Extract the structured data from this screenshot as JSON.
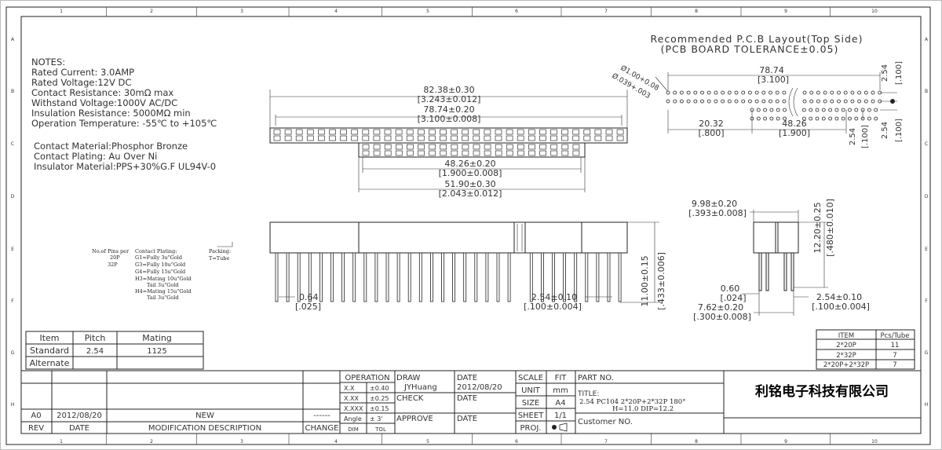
{
  "zones": {
    "cols": [
      "1",
      "2",
      "3",
      "4",
      "5",
      "6",
      "7",
      "8",
      "9",
      "10"
    ],
    "rows": [
      "A",
      "B",
      "C",
      "D",
      "E",
      "F",
      "G",
      "H"
    ]
  },
  "notes": {
    "heading": "NOTES:",
    "lines": [
      "Rated Current: 3.0AMP",
      "Rated Voltage:12V DC",
      "Contact Resistance: 30mΩ max",
      "Withstand Voltage:1000V AC/DC",
      "Insulation Resistance: 5000MΩ min",
      "Operation Temperature: -55℃ to +105℃"
    ],
    "materials": [
      "Contact Material:Phosphor Bronze",
      "Contact Plating: Au Over Ni",
      "Insulator Material:PPS+30%G.F UL94V-0"
    ]
  },
  "ordering": {
    "pins_title": "No.of Pins per",
    "pins": [
      "20P",
      "32P"
    ],
    "plating_title": "Contact Plating:",
    "plating": [
      "G1=Fully 3u\"Gold",
      "G3=Fully 10u\"Gold",
      "G4=Fully 15u\"Gold",
      "H3=Mating 10u\"Gold",
      "Tail 3u\"Gold",
      "H4=Mating 15u\"Gold",
      "Tail 3u\"Gold"
    ],
    "packing_title": "Packing:",
    "packing": "T=Tube"
  },
  "pcb_layout": {
    "title": "Recommended P.C.B Layout(Top Side)",
    "tolerance": "(PCB BOARD TOLERANCE±0.05)",
    "hole_dia": "Ø1.00+0.08",
    "hole_dia_in": "Ø.039+.003",
    "dim_total": "78.74",
    "dim_total_in": "[3.100]",
    "dim_offset": "20.32",
    "dim_offset_in": "[.800]",
    "dim_inner": "48.26",
    "dim_inner_in": "[1.900]",
    "pitch": "2.54",
    "pitch_in": "[.100]"
  },
  "top_view": {
    "dim_a": "82.38±0.30",
    "dim_a_in": "[3.243±0.012]",
    "dim_b": "78.74±0.20",
    "dim_b_in": "[3.100±0.008]",
    "dim_c": "48.26±0.20",
    "dim_c_in": "[1.900±0.008]",
    "dim_d": "51.90±0.30",
    "dim_d_in": "[2.043±0.012]"
  },
  "front_view": {
    "tail": "0.64",
    "tail_in": "[.025]",
    "pitch": "2.54±0.10",
    "pitch_in": "[.100±0.004]",
    "height": "11.00±0.15",
    "height_in": "[.433±0.006]"
  },
  "side_view": {
    "width": "9.98±0.20",
    "width_in": "[.393±0.008]",
    "height": "12.20±0.25",
    "height_in": "[.480±0.010]",
    "pin": "0.60",
    "pin_in": "[.024]",
    "row": "7.62±0.20",
    "row_in": "[.300±0.008]",
    "pitch": "2.54±0.10",
    "pitch_in": "[.100±0.004]"
  },
  "pitch_table": {
    "headers": [
      "Item",
      "Pitch",
      "Mating"
    ],
    "rows": [
      [
        "Standard",
        "2.54",
        "1125"
      ],
      [
        "Alternate",
        "",
        ""
      ]
    ]
  },
  "pcs_table": {
    "headers": [
      "ITEM",
      "Pcs/Tube"
    ],
    "rows": [
      [
        "2*20P",
        "11"
      ],
      [
        "2*32P",
        "7"
      ],
      [
        "2*20P+2*32P",
        "7"
      ]
    ]
  },
  "title_block": {
    "rev_header": "REV",
    "date_header": "DATE",
    "mod_header": "MODIFICATION DESCRIPTION",
    "change_header": "CHANGE",
    "rev": "A0",
    "rev_date": "2012/08/20",
    "rev_desc": "NEW",
    "change": "------",
    "operation": "OPERATION",
    "tol": [
      [
        "X.X",
        "±0.40"
      ],
      [
        "X.XX",
        "±0.25"
      ],
      [
        "X.XXX",
        "±0.15"
      ],
      [
        "Angle",
        "± 3'"
      ]
    ],
    "dim": "DIM",
    "tol_label": "TOL",
    "draw": "DRAW",
    "drawer": "JYHuang",
    "check": "CHECK",
    "approve": "APPROVE",
    "date_label": "DATE",
    "draw_date": "2012/08/20",
    "scale": "SCALE",
    "scale_val": "FIT",
    "unit": "UNIT",
    "unit_val": "mm",
    "size": "SIZE",
    "size_val": "A4",
    "sheet": "SHEET",
    "sheet_val": "1/1",
    "proj": "PROJ.",
    "part_no": "PART NO.",
    "title_label": "TITLE:",
    "title_line1": "2.54 PC104 2*20P+2*32P 180°",
    "title_line2": "H=11.0 DIP=12.2",
    "customer_no": "Customer NO.",
    "company": "利铭电子科技有限公司"
  }
}
